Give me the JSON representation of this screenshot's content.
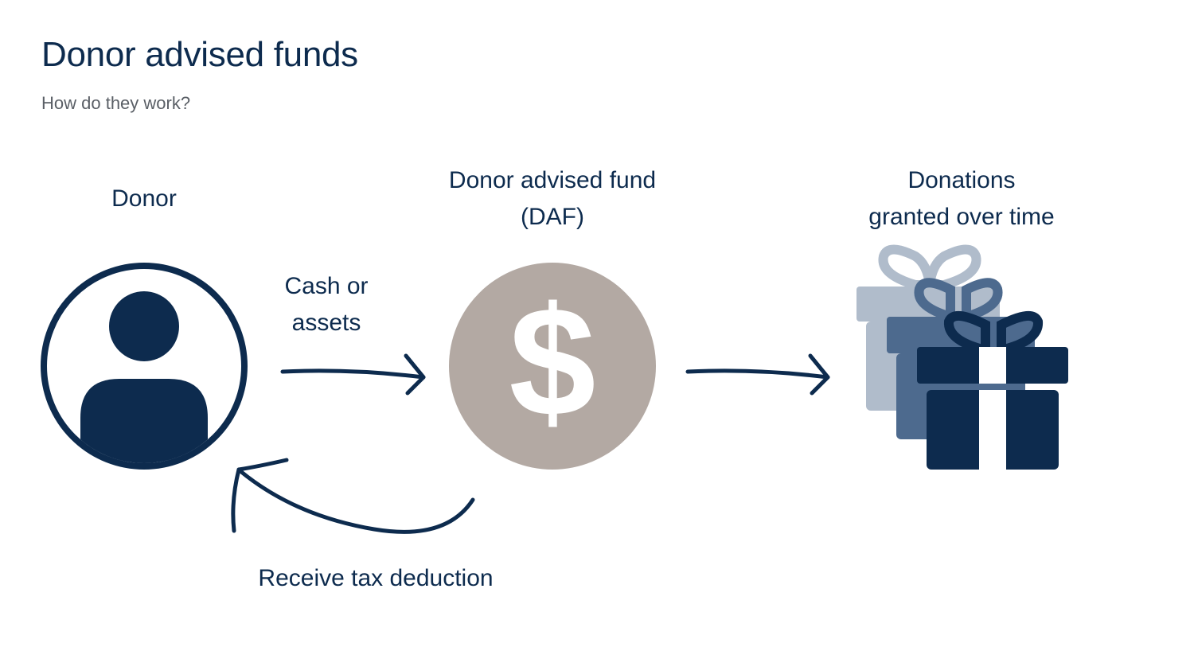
{
  "header": {
    "title": "Donor advised funds",
    "subtitle": "How do they work?"
  },
  "nodes": {
    "donor": {
      "label": "Donor",
      "icon": "person-icon"
    },
    "daf": {
      "label_line1": "Donor advised fund",
      "label_line2": "(DAF)",
      "icon": "dollar-coin-icon",
      "symbol": "$"
    },
    "donations": {
      "label_line1": "Donations",
      "label_line2": "granted over time",
      "icon": "gifts-icon"
    }
  },
  "edges": {
    "donor_to_daf": {
      "label_line1": "Cash or",
      "label_line2": "assets"
    },
    "daf_to_donations": {
      "label": ""
    },
    "daf_to_donor": {
      "label": "Receive tax deduction"
    }
  },
  "colors": {
    "navy": "#0d2b4e",
    "coin": "#b3a9a3",
    "gift_light": "#b0bccb",
    "gift_mid": "#4d6a8e",
    "subtitle": "#5a5f66"
  }
}
